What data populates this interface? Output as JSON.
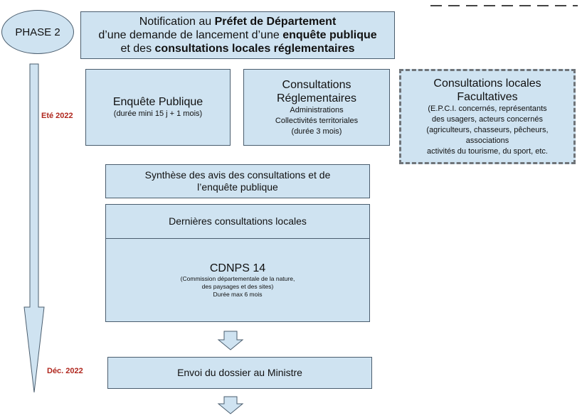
{
  "phase": {
    "label": "PHASE 2"
  },
  "dates": {
    "start": "Eté 2022",
    "end": "Déc. 2022"
  },
  "notification": {
    "line1_plain": "Notification au ",
    "line1_bold": "Préfet de Département",
    "line2_plain": "d’une demande de lancement d’une ",
    "line2_bold": "enquête publique",
    "line3_plain": "et des ",
    "line3_bold": "consultations locales réglementaires"
  },
  "enquete": {
    "title": "Enquête Publique",
    "detail": "(durée mini 15 j + 1 mois)"
  },
  "consultations_reglementaires": {
    "title_1": "Consultations",
    "title_2": "Réglementaires",
    "line_1": "Administrations",
    "line_2": "Collectivités territoriales",
    "line_3": "(durée 3 mois)"
  },
  "consultations_facultatives": {
    "title_1": "Consultations locales",
    "title_2": "Facultatives",
    "line_1": "(E.P.C.I. concernés, représentants",
    "line_2": "des usagers, acteurs concernés",
    "line_3": "(agriculteurs, chasseurs, pêcheurs,",
    "line_4": "associations",
    "line_5": "activités du tourisme, du sport, etc."
  },
  "synthese": {
    "line_1": "Synthèse des avis des consultations et de",
    "line_2": "l’enquête publique"
  },
  "dernieres": {
    "label": "Dernières consultations locales"
  },
  "cdnps": {
    "title": "CDNPS 14",
    "line_1": "(Commission départementale de la nature,",
    "line_2": "des paysages et des sites)",
    "line_3": "Durée max 6 mois"
  },
  "envoi": {
    "label": "Envoi du dossier au Ministre"
  },
  "colors": {
    "box_fill": "#cfe3f1",
    "box_border": "#4a5d6e",
    "date_red": "#b0271e",
    "dashed_border": "#6f7479"
  }
}
